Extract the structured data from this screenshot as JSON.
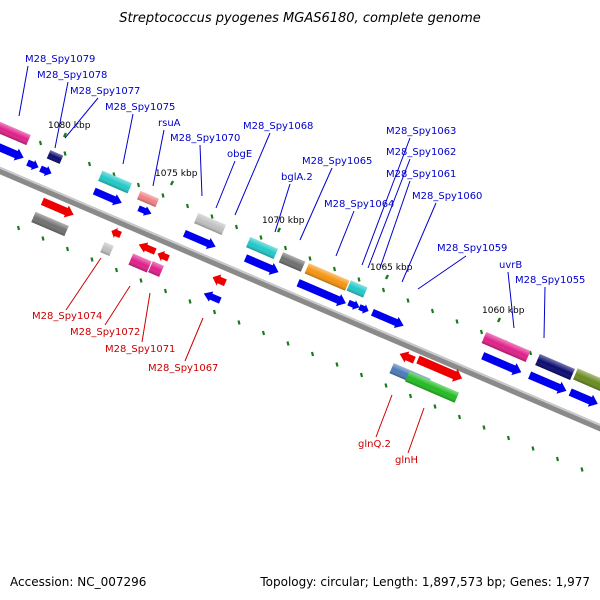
{
  "title": "Streptococcus pyogenes MGAS6180, complete genome",
  "footer": {
    "accession": "Accession: NC_007296",
    "summary": "Topology: circular; Length: 1,897,573 bp; Genes: 1,977"
  },
  "ticks": [
    "1080 kbp",
    "1075 kbp",
    "1070 kbp",
    "1065 kbp",
    "1060 kbp"
  ],
  "labels_top": [
    "M28_Spy1079",
    "M28_Spy1078",
    "M28_Spy1077",
    "M28_Spy1075",
    "rsuA",
    "M28_Spy1070",
    "obgE",
    "M28_Spy1068",
    "bglA.2",
    "M28_Spy1065",
    "M28_Spy1064",
    "M28_Spy1063",
    "M28_Spy1062",
    "M28_Spy1061",
    "M28_Spy1060",
    "M28_Spy1059",
    "uvrB",
    "M28_Spy1055"
  ],
  "labels_bottom": [
    "M28_Spy1074",
    "M28_Spy1072",
    "M28_Spy1071",
    "M28_Spy1067",
    "glnQ.2",
    "glnH"
  ],
  "colors": {
    "backbone": "#8a8a8a",
    "cds": "#0000ee",
    "tick": "#1a7a1a",
    "label_top": "#0000cc",
    "label_bottom": "#cc0000",
    "magenta": "#e0208a",
    "navy": "#0a0a70",
    "cyan": "#22c8c8",
    "gray": "#707070",
    "lightgray": "#c0c0c0",
    "orange": "#f59410",
    "red": "#ee0000",
    "pink": "#f08080",
    "steelblue": "#4a7ab8",
    "green": "#22bb22",
    "olive": "#6a8a20"
  }
}
